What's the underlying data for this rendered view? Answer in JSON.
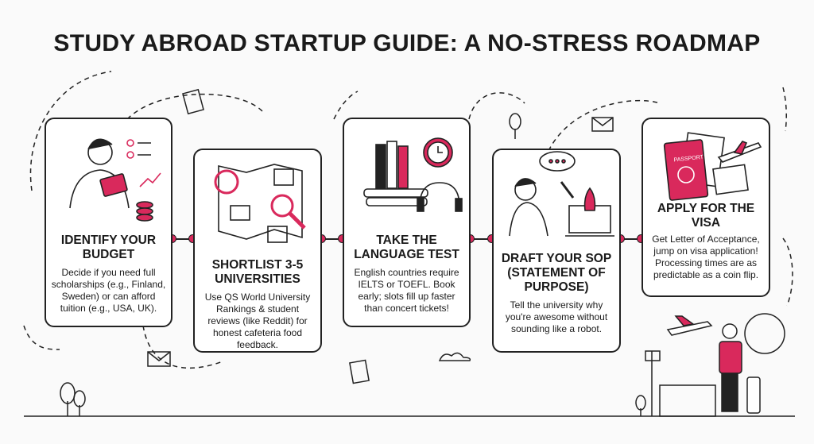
{
  "title": "STUDY ABROAD STARTUP GUIDE: A NO-STRESS ROADMAP",
  "accent_color": "#d9295c",
  "steps": [
    {
      "heading": "IDENTIFY YOUR BUDGET",
      "body": "Decide if you need full scholarships (e.g., Finland, Sweden) or can afford tuition (e.g., USA, UK).",
      "icon": "student-budget-icon"
    },
    {
      "heading": "SHORTLIST 3-5 UNIVERSITIES",
      "body": "Use QS World University Rankings & student reviews (like Reddit) for honest cafeteria food feedback.",
      "icon": "map-universities-icon"
    },
    {
      "heading": "TAKE THE LANGUAGE TEST",
      "body": "English countries require IELTS or TOEFL. Book early; slots fill up faster than concert tickets!",
      "icon": "books-clock-headset-icon"
    },
    {
      "heading": "DRAFT YOUR SOP (STATEMENT OF PURPOSE)",
      "body": "Tell the university why you're awesome without sounding like a robot.",
      "icon": "thinking-rocket-icon"
    },
    {
      "heading": "APPLY FOR THE VISA",
      "body": "Get Letter of Acceptance, jump on visa application! Processing times are as predictable as a coin flip.",
      "icon": "passport-plane-icon"
    }
  ],
  "passport_label": "PASSPORT"
}
